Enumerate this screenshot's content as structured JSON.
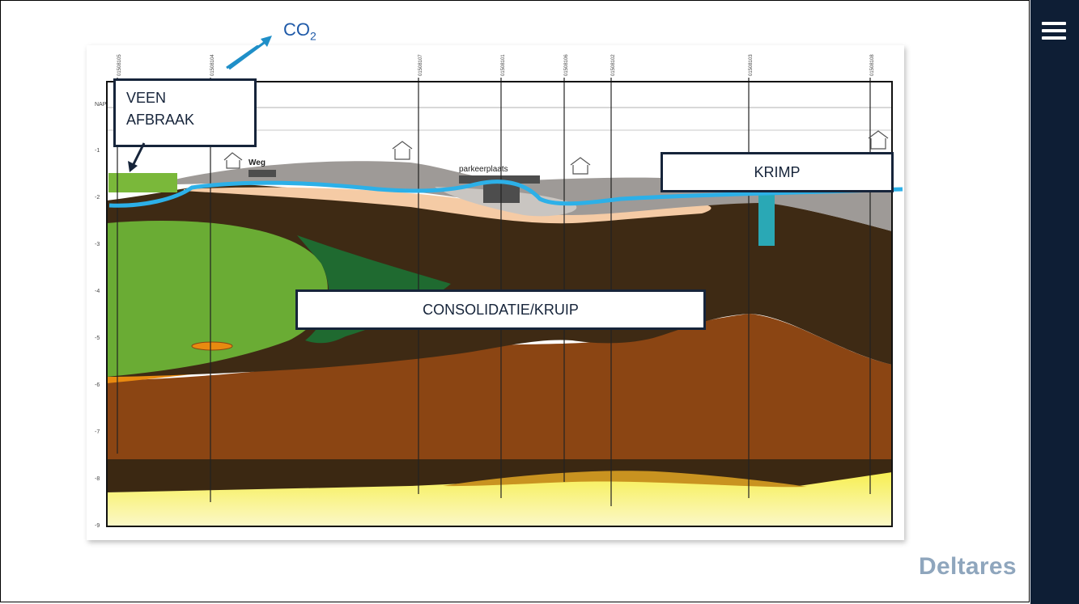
{
  "labels": {
    "veen_line1": "VEEN",
    "veen_line2": "AFBRAAK",
    "krimp": "KRIMP",
    "consolidatie": "CONSOLIDATIE/KRUIP",
    "co2_main": "CO",
    "co2_sub": "2"
  },
  "logo": "Deltares",
  "figure": {
    "nap_label": "NAP",
    "depth_ticks": [
      "-1",
      "-2",
      "-3",
      "-4",
      "-5",
      "-6",
      "-7",
      "-8",
      "-9"
    ],
    "boreholes": [
      "01508105",
      "01508104",
      "01508107",
      "01508101",
      "01508106",
      "01508102",
      "01508103",
      "01508108"
    ],
    "annotations": {
      "road": "Weg",
      "parking": "parkeerplaats"
    }
  },
  "colors": {
    "peat_dark": "#3e2a14",
    "clay_brown": "#8b4513",
    "peat_green": "#6aac34",
    "dark_green": "#1f6a30",
    "sand_yellow": "#f2ee62",
    "water_line": "#2cb0e8",
    "sidebar": "#0e1e35",
    "box_border": "#16243a"
  }
}
